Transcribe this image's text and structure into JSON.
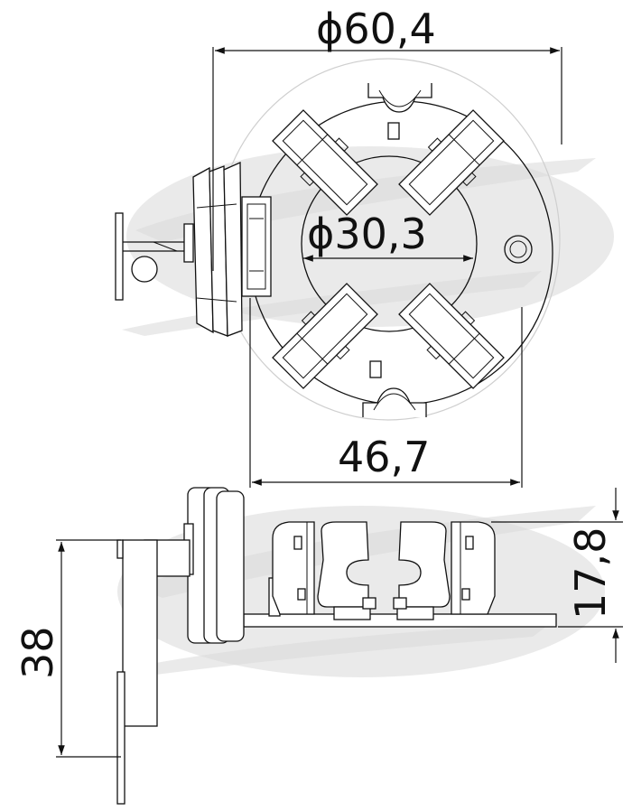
{
  "dimensions": {
    "outer_diameter": "ϕ60,4",
    "inner_diameter": "ϕ30,3",
    "width": "46,7",
    "height_right": "17,8",
    "height_left": "38"
  },
  "colors": {
    "line": "#111111",
    "watermark": "#d8d8d8"
  }
}
